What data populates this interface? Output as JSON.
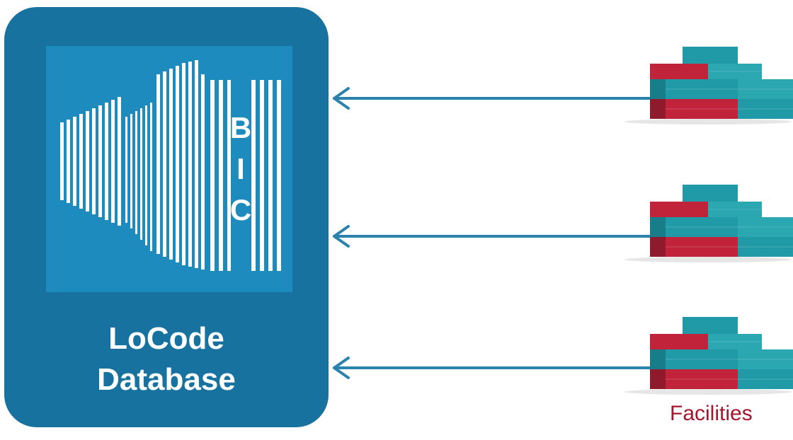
{
  "database": {
    "logo_text": "BIC",
    "label_line1": "LoCode",
    "label_line2": "Database"
  },
  "facilities": {
    "label": "Facilities",
    "count": 3
  },
  "colors": {
    "panel": "#1772a0",
    "logo_bg": "#1d8bbd",
    "arrow": "#2a82ad",
    "container_teal": "#1f9aa6",
    "container_red": "#c0233a",
    "label_red": "#a3162e"
  },
  "icons": [
    "bic-logo-icon",
    "container-stack-icon",
    "arrow-left-icon"
  ]
}
